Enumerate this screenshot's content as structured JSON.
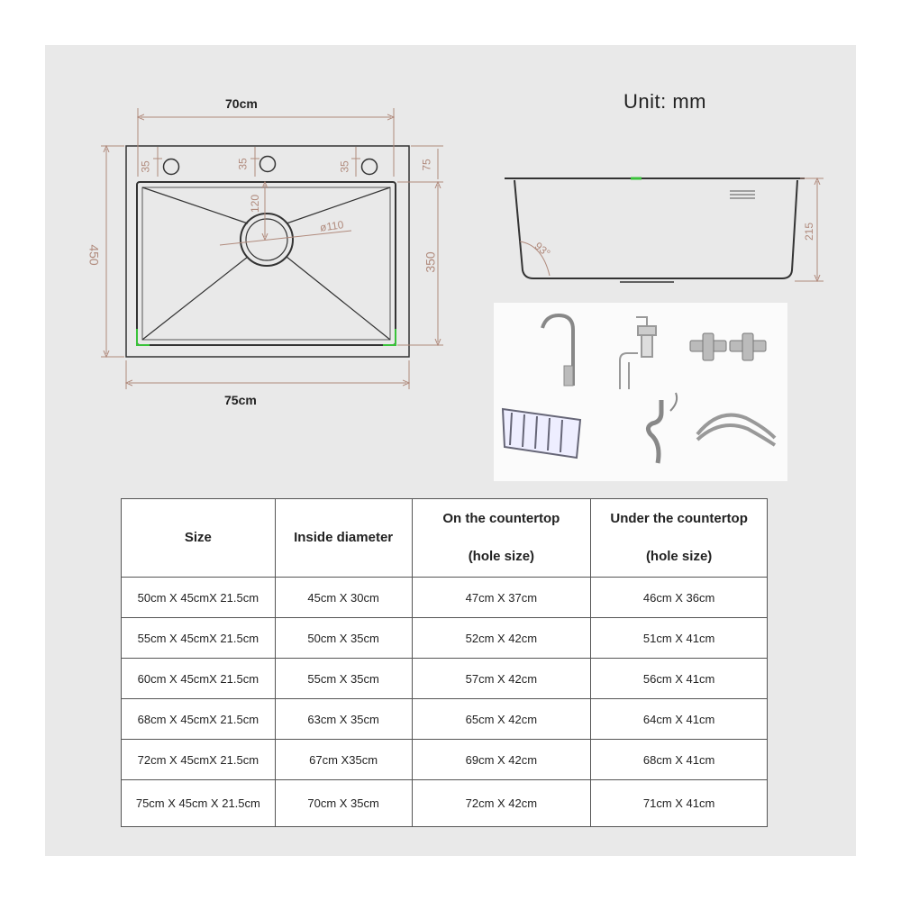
{
  "diagram": {
    "unit_label": "Unit: mm",
    "top_view": {
      "width_top_label": "70cm",
      "width_bottom_label": "75cm",
      "height_label": "450",
      "inner_height_label": "350",
      "edge_offset_label": "75",
      "hole_offsets": [
        "35",
        "35",
        "35"
      ],
      "drain_offset_label": "120",
      "drain_diameter_label": "ø110"
    },
    "side_view": {
      "depth_label": "215",
      "angle_label": "93°"
    },
    "accessories": [
      "faucet-icon",
      "soap-dispenser-icon",
      "angle-valve-icon",
      "dish-rack-icon",
      "drain-pipe-icon",
      "braided-hose-icon"
    ]
  },
  "colors": {
    "dimension": "#b08a7c",
    "outline": "#333333",
    "accent": "#3ac23a"
  },
  "table": {
    "headers": [
      {
        "line1": "Size",
        "line2": ""
      },
      {
        "line1": "Inside diameter",
        "line2": ""
      },
      {
        "line1": "On the countertop",
        "line2": "(hole size)"
      },
      {
        "line1": "Under the countertop",
        "line2": "(hole size)"
      }
    ],
    "rows": [
      [
        "50cm X 45cmX 21.5cm",
        "45cm X 30cm",
        "47cm X 37cm",
        "46cm X 36cm"
      ],
      [
        "55cm X 45cmX 21.5cm",
        "50cm X 35cm",
        "52cm X 42cm",
        "51cm X 41cm"
      ],
      [
        "60cm X 45cmX 21.5cm",
        "55cm X 35cm",
        "57cm X 42cm",
        "56cm X 41cm"
      ],
      [
        "68cm X 45cmX 21.5cm",
        "63cm X 35cm",
        "65cm X 42cm",
        "64cm X 41cm"
      ],
      [
        "72cm X 45cmX 21.5cm",
        "67cm X35cm",
        "69cm X 42cm",
        "68cm X 41cm"
      ],
      [
        "75cm X 45cm X 21.5cm",
        "70cm X 35cm",
        "72cm X 42cm",
        "71cm X 41cm"
      ]
    ]
  }
}
